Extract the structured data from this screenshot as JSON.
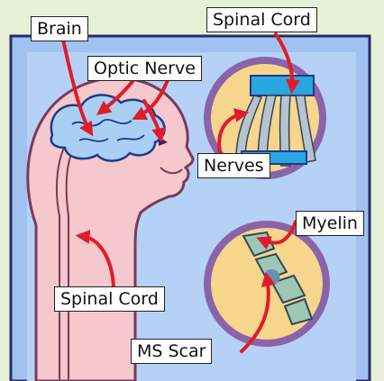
{
  "labels": {
    "brain": "Brain",
    "optic_nerve": "Optic Nerve",
    "spinal_cord_top": "Spinal Cord",
    "nerves": "Nerves",
    "myelin": "Myelin",
    "spinal_cord_body": "Spinal Cord",
    "ms_scar": "MS Scar"
  },
  "colors": {
    "background": "#e6f0d6",
    "panel": "#9fc2f0",
    "skin": "#f4c8cc",
    "brain": "#a9d0f3",
    "inset": "#f6d58c",
    "inset_ring": "#8a63a8",
    "arrow": "#e11b2a"
  }
}
